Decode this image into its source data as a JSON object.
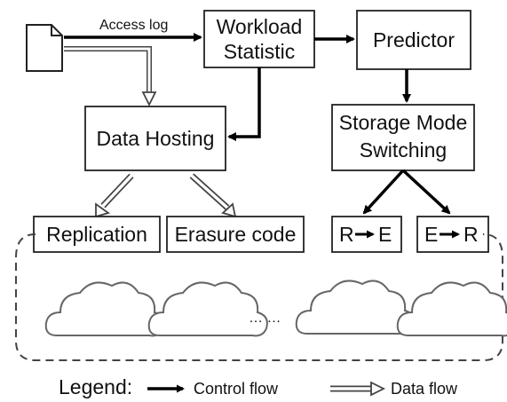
{
  "diagram": {
    "nodes": {
      "workload_statistic": {
        "line1": "Workload",
        "line2": "Statistic"
      },
      "predictor": {
        "label": "Predictor"
      },
      "data_hosting": {
        "label": "Data Hosting"
      },
      "storage_mode_switching": {
        "line1": "Storage Mode",
        "line2": "Switching"
      },
      "replication": {
        "label": "Replication"
      },
      "erasure_code": {
        "label": "Erasure code"
      },
      "r_to_e": {
        "left": "R",
        "right": "E"
      },
      "e_to_r": {
        "left": "E",
        "right": "R"
      }
    },
    "edge_labels": {
      "access_log": "Access log"
    },
    "cloud_ellipsis": "… …",
    "legend": {
      "title": "Legend:",
      "control_flow": "Control flow",
      "data_flow": "Data flow"
    }
  }
}
